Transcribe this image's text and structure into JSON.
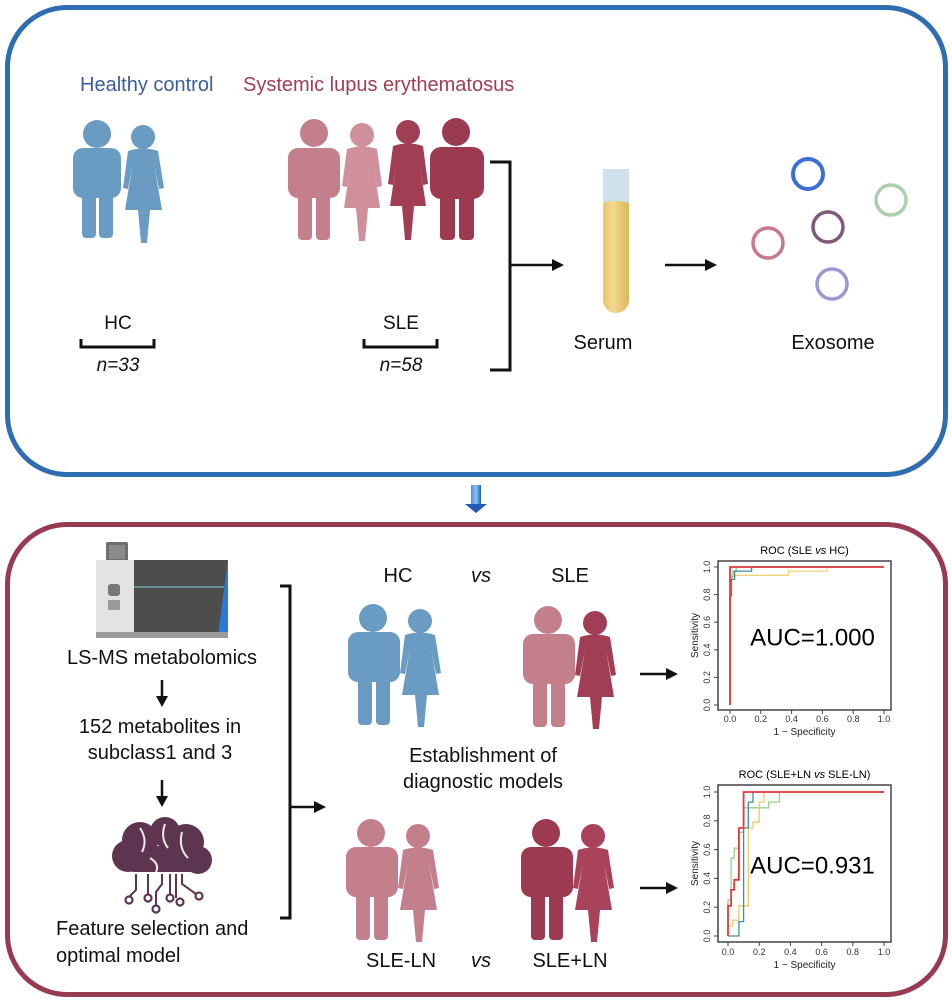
{
  "top_panel": {
    "healthy_title": "Healthy control",
    "sle_title": "Systemic lupus erythematosus",
    "hc_group": {
      "label": "HC",
      "n": "n=33"
    },
    "sle_group": {
      "label": "SLE",
      "n": "n=58"
    },
    "serum_label": "Serum",
    "exosome_label": "Exosome"
  },
  "bottom_panel": {
    "lcms_label": "LS-MS metabolomics",
    "metabolites_line1": "152 metabolites in",
    "metabolites_line2": "subclass1 and 3",
    "feature_line1": "Feature selection and",
    "feature_line2": "optimal model",
    "comparison1": {
      "left": "HC",
      "vs": "vs",
      "right": "SLE"
    },
    "establish_line1": "Establishment of",
    "establish_line2": "diagnostic models",
    "comparison2": {
      "left": "SLE-LN",
      "vs": "vs",
      "right": "SLE+LN"
    }
  },
  "colors": {
    "top_border": "#2f6db3",
    "bottom_border": "#993a53",
    "hc_blue": "#6a9bc3",
    "sle_light": "#c47f8d",
    "sle_dark": "#a13e55",
    "brain": "#5e3550"
  },
  "chart_data": [
    {
      "type": "line",
      "title": "ROC  (SLE vs HC)",
      "title_parts": {
        "pre": "ROC  (SLE ",
        "vs": "vs",
        "post": " HC)"
      },
      "xlabel": "1 − Specificity",
      "ylabel": "Sensitivity",
      "xlim": [
        0,
        1
      ],
      "ylim": [
        0,
        1
      ],
      "xticks": [
        "0.0",
        "0.2",
        "0.4",
        "0.6",
        "0.8",
        "1.0"
      ],
      "yticks": [
        "0.0",
        "0.2",
        "0.4",
        "0.6",
        "0.8",
        "1.0"
      ],
      "annotation": "AUC=1.000",
      "series": [
        {
          "name": "green",
          "color": "#7ec98a",
          "x": [
            0,
            0,
            0.01,
            0.01,
            0.02,
            0.02,
            0.04,
            0.04,
            1
          ],
          "y": [
            0,
            0.8,
            0.8,
            0.93,
            0.93,
            0.97,
            0.97,
            1,
            1
          ]
        },
        {
          "name": "yellow",
          "color": "#f0d27a",
          "x": [
            0,
            0,
            0.03,
            0.03,
            0.38,
            0.38,
            0.63,
            0.63,
            1
          ],
          "y": [
            0,
            0.94,
            0.94,
            0.94,
            0.94,
            0.97,
            0.97,
            1,
            1
          ]
        },
        {
          "name": "teal",
          "color": "#3f8f9a",
          "x": [
            0,
            0,
            0.01,
            0.01,
            0.03,
            0.03,
            0.14,
            0.14,
            1
          ],
          "y": [
            0,
            0.79,
            0.79,
            0.91,
            0.91,
            0.97,
            0.97,
            1,
            1
          ]
        },
        {
          "name": "red",
          "color": "#e5393b",
          "x": [
            0,
            0,
            1
          ],
          "y": [
            0,
            1,
            1
          ]
        }
      ]
    },
    {
      "type": "line",
      "title": "ROC (SLE+LN vs SLE-LN)",
      "title_parts": {
        "pre": "ROC (SLE+LN ",
        "vs": "vs",
        "post": " SLE-LN)"
      },
      "xlabel": "1 − Specificity",
      "ylabel": "Sensitivity",
      "xlim": [
        0,
        1
      ],
      "ylim": [
        0,
        1
      ],
      "xticks": [
        "0.0",
        "0.2",
        "0.4",
        "0.6",
        "0.8",
        "1.0"
      ],
      "yticks": [
        "0.0",
        "0.2",
        "0.4",
        "0.6",
        "0.8",
        "1.0"
      ],
      "annotation": "AUC=0.931",
      "series": [
        {
          "name": "green",
          "color": "#93d18e",
          "x": [
            0,
            0,
            0.02,
            0.02,
            0.04,
            0.04,
            0.07,
            0.07,
            0.1,
            0.1,
            0.13,
            0.13,
            0.26,
            0.26,
            0.33,
            0.33,
            1
          ],
          "y": [
            0,
            0.25,
            0.25,
            0.54,
            0.54,
            0.61,
            0.61,
            0.72,
            0.72,
            0.89,
            0.89,
            0.89,
            0.89,
            0.93,
            0.93,
            1,
            1
          ]
        },
        {
          "name": "yellow",
          "color": "#f0c96a",
          "x": [
            0,
            0,
            0.03,
            0.03,
            0.07,
            0.07,
            0.13,
            0.13,
            0.16,
            0.16,
            0.2,
            0.2,
            0.23,
            0.23,
            1
          ],
          "y": [
            0,
            0.07,
            0.07,
            0.11,
            0.11,
            0.21,
            0.21,
            0.75,
            0.75,
            0.79,
            0.79,
            0.93,
            0.93,
            1,
            1
          ]
        },
        {
          "name": "teal",
          "color": "#3f8f9a",
          "x": [
            0,
            0,
            0.07,
            0.07,
            0.1,
            0.1,
            0.13,
            0.13,
            0.16,
            0.16,
            1
          ],
          "y": [
            0,
            0,
            0,
            0.1,
            0.1,
            0.75,
            0.75,
            0.93,
            0.93,
            1,
            1
          ]
        },
        {
          "name": "red",
          "color": "#e5393b",
          "x": [
            0,
            0,
            0.02,
            0.02,
            0.04,
            0.04,
            0.07,
            0.07,
            0.1,
            0.1,
            1
          ],
          "y": [
            0,
            0.21,
            0.21,
            0.32,
            0.32,
            0.39,
            0.39,
            0.75,
            0.75,
            1,
            1
          ]
        }
      ]
    }
  ]
}
